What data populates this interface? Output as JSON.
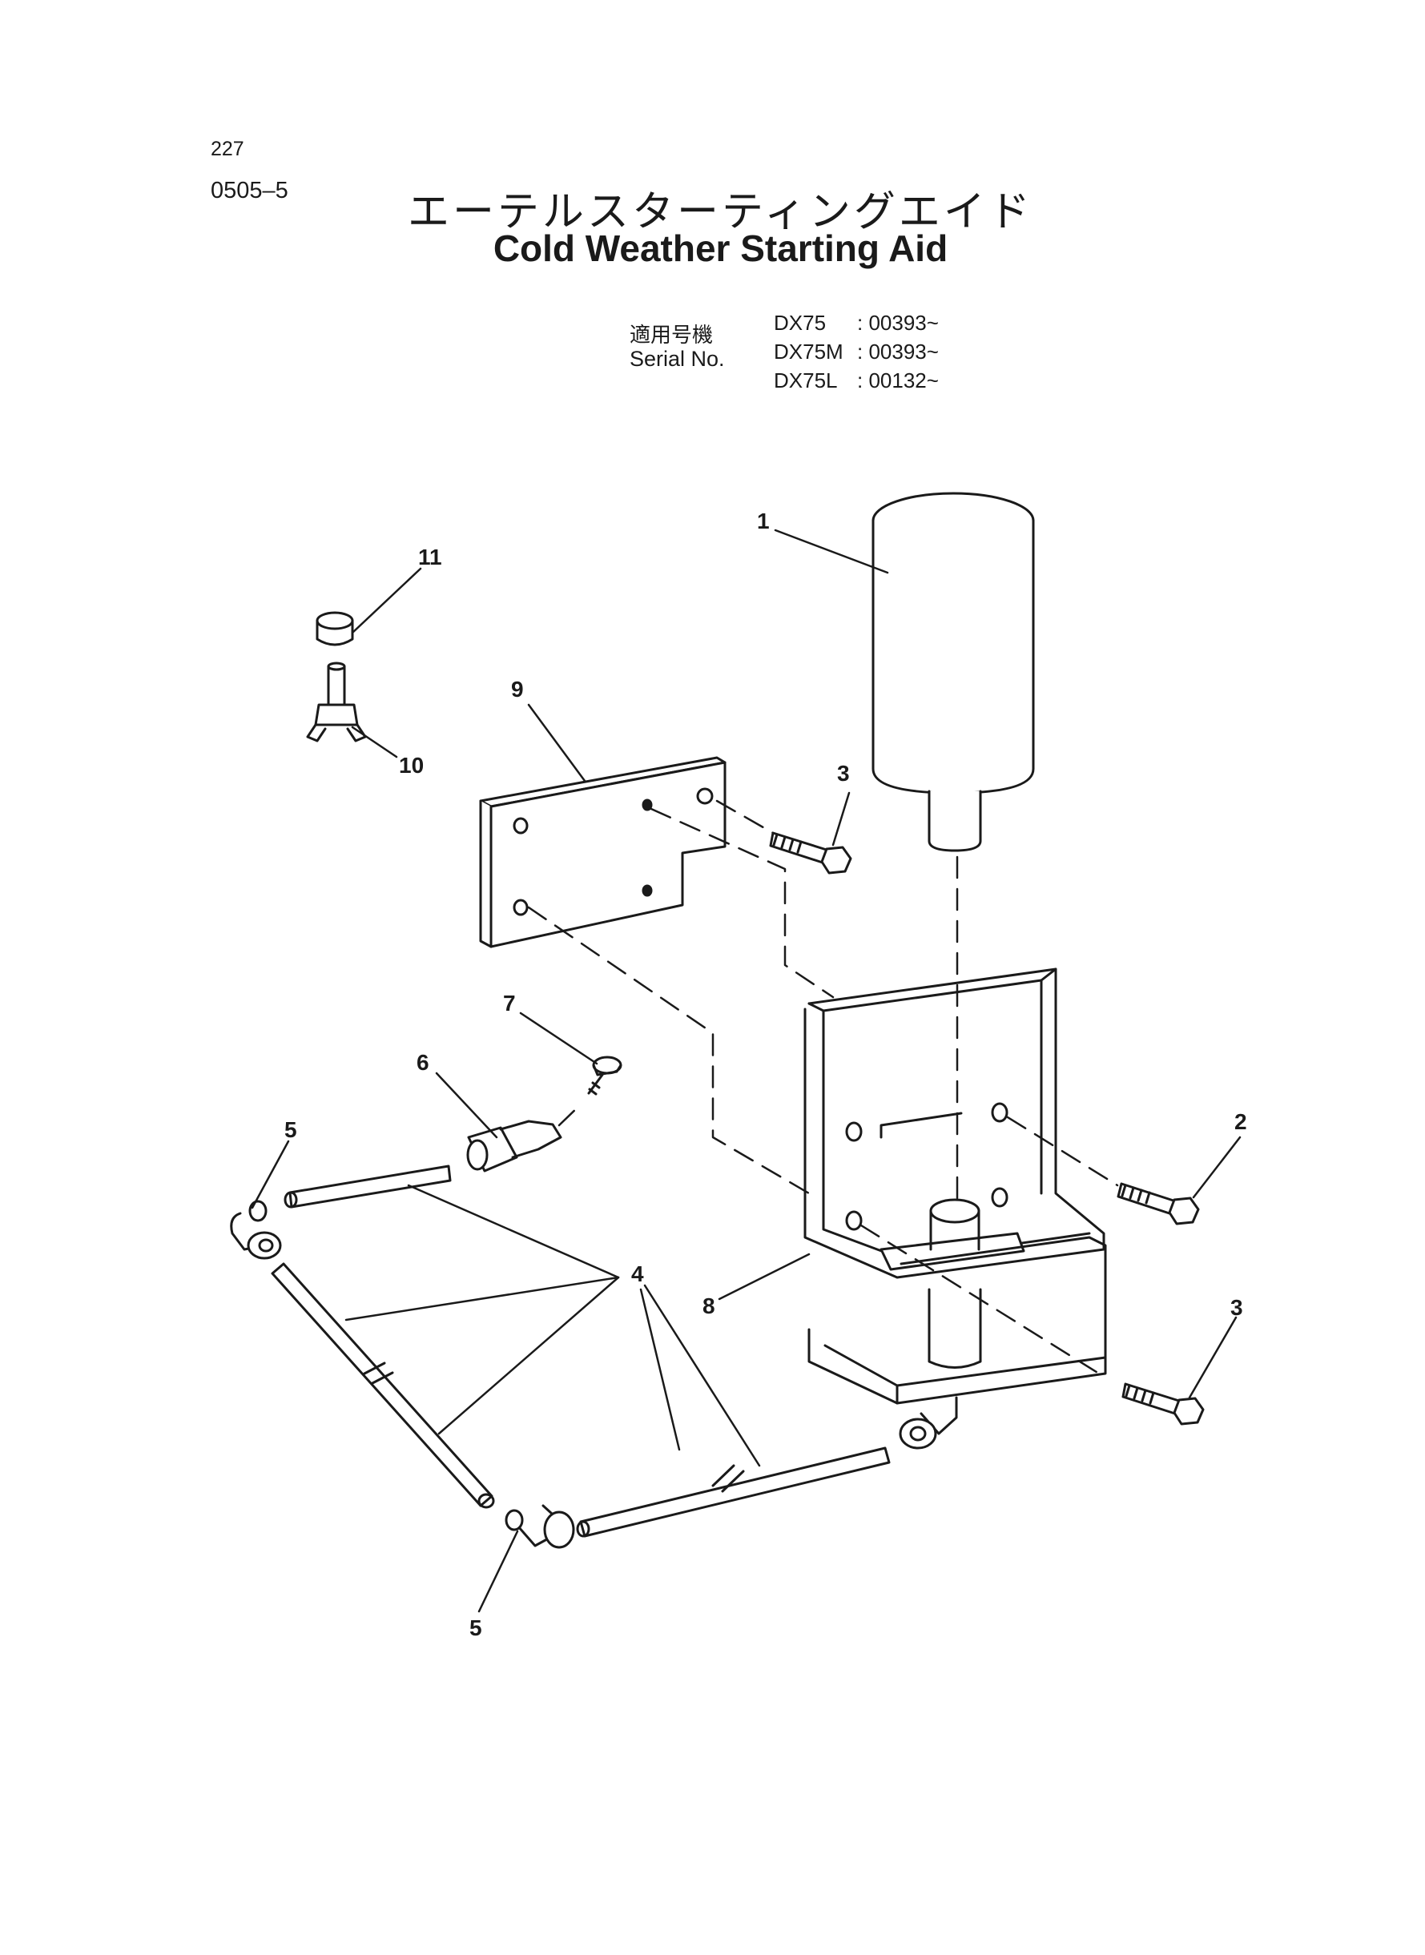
{
  "header": {
    "page_number": "227",
    "catalog_number": "0505–5",
    "title_jp": "エーテルスターティングエイド",
    "title_en": "Cold Weather Starting Aid"
  },
  "serial": {
    "label_jp": "適用号機",
    "label_en": "Serial No.",
    "rows": [
      {
        "model": "DX75",
        "serial": ": 00393~"
      },
      {
        "model": "DX75M",
        "serial": ": 00393~"
      },
      {
        "model": "DX75L",
        "serial": ": 00132~"
      }
    ]
  },
  "diagram": {
    "callouts": [
      "1",
      "2",
      "3",
      "3",
      "4",
      "5",
      "5",
      "6",
      "7",
      "8",
      "9",
      "10",
      "11"
    ],
    "line_color": "#1a1a1a"
  }
}
